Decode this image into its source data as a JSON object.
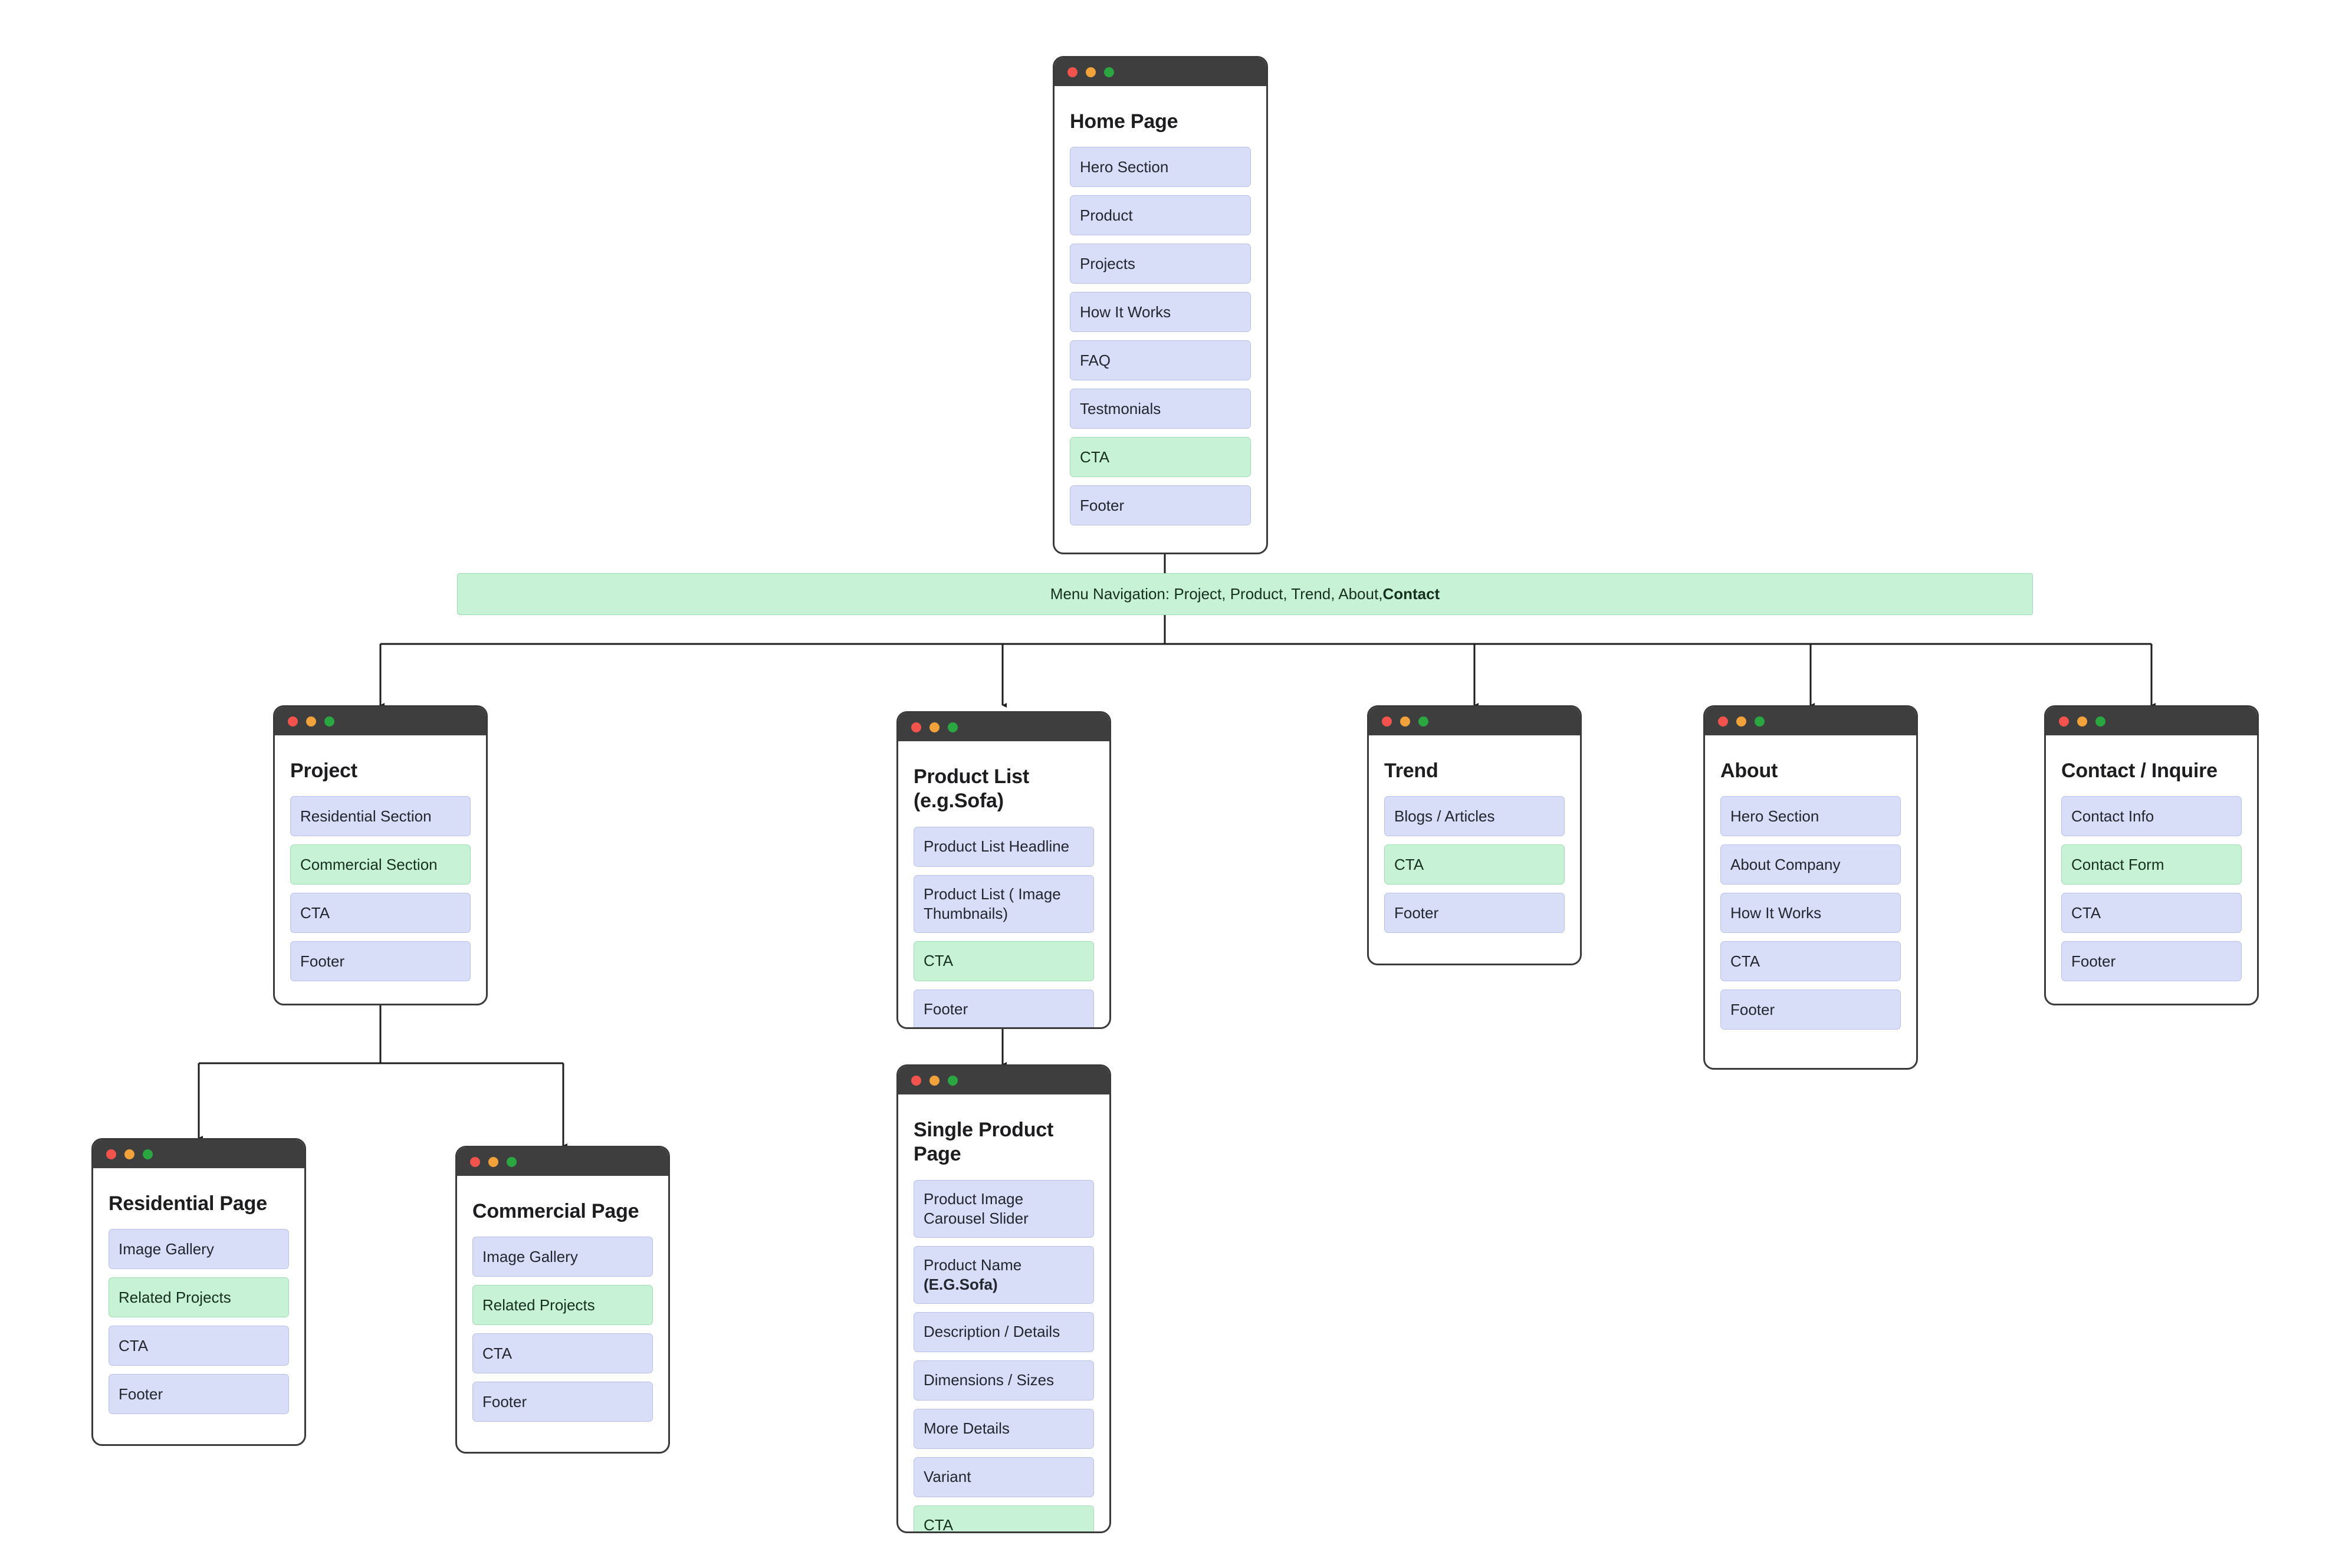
{
  "diagram": {
    "type": "sitemap-flowchart",
    "legend": {
      "block_default_color": "#d9deF8",
      "block_highlight_color": "#c8f2d6",
      "window_chrome_color": "#3e3e3e",
      "connector_color": "#1d1d1f"
    },
    "nav": {
      "prefix": "Menu Navigation: Project, Product, Trend, About, ",
      "bold_item": "Contact"
    },
    "windows": {
      "home": {
        "title": "Home Page",
        "title_line2": "",
        "blocks": [
          {
            "label": "Hero Section",
            "style": "default"
          },
          {
            "label": "Product",
            "style": "default"
          },
          {
            "label": "Projects",
            "style": "default"
          },
          {
            "label": "How It Works",
            "style": "default"
          },
          {
            "label": "FAQ",
            "style": "default"
          },
          {
            "label": "Testmonials",
            "style": "default"
          },
          {
            "label": "CTA",
            "style": "green"
          },
          {
            "label": "Footer",
            "style": "default"
          }
        ]
      },
      "project": {
        "title": "Project",
        "title_line2": "",
        "blocks": [
          {
            "label": "Residential Section",
            "style": "default"
          },
          {
            "label": "Commercial Section",
            "style": "green"
          },
          {
            "label": "CTA",
            "style": "default"
          },
          {
            "label": "Footer",
            "style": "default"
          }
        ]
      },
      "product_list": {
        "title": "Product List",
        "title_line2": "(e.g.Sofa)",
        "blocks": [
          {
            "label": "Product List Headline",
            "style": "default"
          },
          {
            "label": "Product List ( Image Thumbnails)",
            "style": "default"
          },
          {
            "label": "CTA",
            "style": "green"
          },
          {
            "label": "Footer",
            "style": "default"
          }
        ]
      },
      "trend": {
        "title": "Trend",
        "title_line2": "",
        "blocks": [
          {
            "label": "Blogs / Articles",
            "style": "default"
          },
          {
            "label": "CTA",
            "style": "green"
          },
          {
            "label": "Footer",
            "style": "default"
          }
        ]
      },
      "about": {
        "title": "About",
        "title_line2": "",
        "blocks": [
          {
            "label": "Hero Section",
            "style": "default"
          },
          {
            "label": "About Company",
            "style": "default"
          },
          {
            "label": "How It Works",
            "style": "default"
          },
          {
            "label": "CTA",
            "style": "default"
          },
          {
            "label": "Footer",
            "style": "default"
          }
        ]
      },
      "contact": {
        "title": "Contact / Inquire",
        "title_line2": "",
        "blocks": [
          {
            "label": "Contact Info",
            "style": "default"
          },
          {
            "label": "Contact Form",
            "style": "green"
          },
          {
            "label": "CTA",
            "style": "default"
          },
          {
            "label": "Footer",
            "style": "default"
          }
        ]
      },
      "residential": {
        "title": "Residential Page",
        "title_line2": "",
        "blocks": [
          {
            "label": "Image Gallery",
            "style": "default"
          },
          {
            "label": "Related Projects",
            "style": "green"
          },
          {
            "label": "CTA",
            "style": "default"
          },
          {
            "label": "Footer",
            "style": "default"
          }
        ]
      },
      "commercial": {
        "title": "Commercial Page",
        "title_line2": "",
        "blocks": [
          {
            "label": "Image Gallery",
            "style": "default"
          },
          {
            "label": "Related Projects",
            "style": "green"
          },
          {
            "label": "CTA",
            "style": "default"
          },
          {
            "label": "Footer",
            "style": "default"
          }
        ]
      },
      "single_product": {
        "title": "Single Product Page",
        "title_line2": "",
        "blocks": [
          {
            "label": "Product Image Carousel Slider",
            "style": "default"
          },
          {
            "label": "Product Name (E.G.Sofa)",
            "style": "default",
            "bold_tail": "(E.G.Sofa)"
          },
          {
            "label": "Description / Details",
            "style": "default"
          },
          {
            "label": "Dimensions / Sizes",
            "style": "default"
          },
          {
            "label": "More Details",
            "style": "default"
          },
          {
            "label": "Variant",
            "style": "default"
          },
          {
            "label": "CTA",
            "style": "green"
          }
        ]
      }
    }
  }
}
